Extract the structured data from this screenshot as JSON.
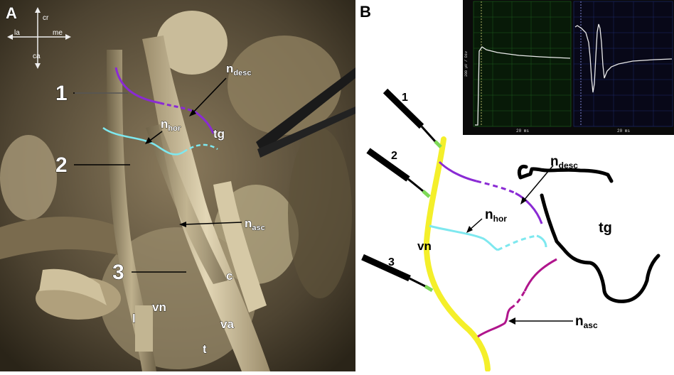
{
  "panel_a": {
    "panel_letter": "A",
    "orientation": {
      "up": "cr",
      "down": "ca",
      "left": "la",
      "right": "me"
    },
    "electrode_numbers": [
      "1",
      "2",
      "3"
    ],
    "labels": {
      "n_desc_main": "n",
      "n_desc_sub": "desc",
      "n_hor_main": "n",
      "n_hor_sub": "hor",
      "n_asc_main": "n",
      "n_asc_sub": "asc",
      "tg": "tg",
      "c": "c",
      "vn": "vn",
      "va": "va",
      "l": "l",
      "t": "t"
    }
  },
  "panel_b": {
    "panel_letter": "B",
    "electrode_numbers": [
      "1",
      "2",
      "3"
    ],
    "labels": {
      "n_desc_main": "n",
      "n_desc_sub": "desc",
      "n_hor_main": "n",
      "n_hor_sub": "hor",
      "n_asc_main": "n",
      "n_asc_sub": "asc",
      "tg": "tg",
      "vn": "vn"
    },
    "oscilloscope": {
      "y_scale": "200 µV / Div",
      "x_scale_left": "20 ms",
      "x_scale_right": "20 ms"
    }
  },
  "colors": {
    "ventral_nerve": "#f4ef2a",
    "descending_nerve": "#8a2ad4",
    "horizontal_nerve": "#7ee8ef",
    "ascending_nerve": "#b0158c",
    "electrode_tip": "#7ed957",
    "outline": "#000000"
  }
}
